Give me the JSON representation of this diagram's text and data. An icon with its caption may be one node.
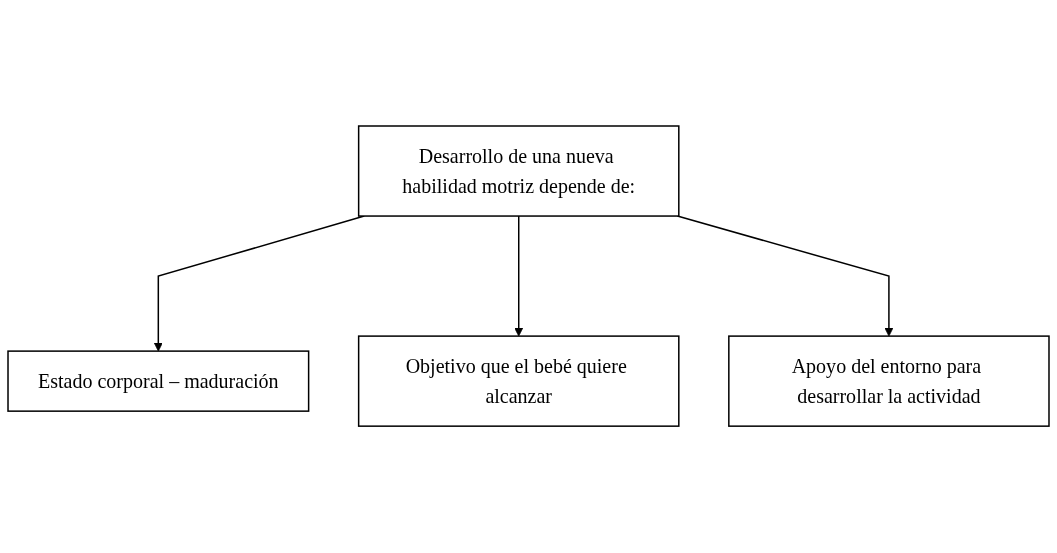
{
  "diagram": {
    "nodes": [
      {
        "text": [
          "Desarrollo de una nueva habilidad motriz depende de:"
        ]
      },
      {
        "text": [
          "Estado corporal – maduración"
        ]
      },
      {
        "text": [
          "Objetivo que el bebé quiere alcanzar"
        ]
      },
      {
        "text": [
          "Apoyo del entorno para desarrollar la actividad"
        ]
      }
    ],
    "edges": [
      {
        "from": 0,
        "to": 1,
        "arrow": "to"
      },
      {
        "from": 0,
        "to": 2,
        "arrow": "to"
      },
      {
        "from": 0,
        "to": 3,
        "arrow": "to"
      }
    ]
  }
}
